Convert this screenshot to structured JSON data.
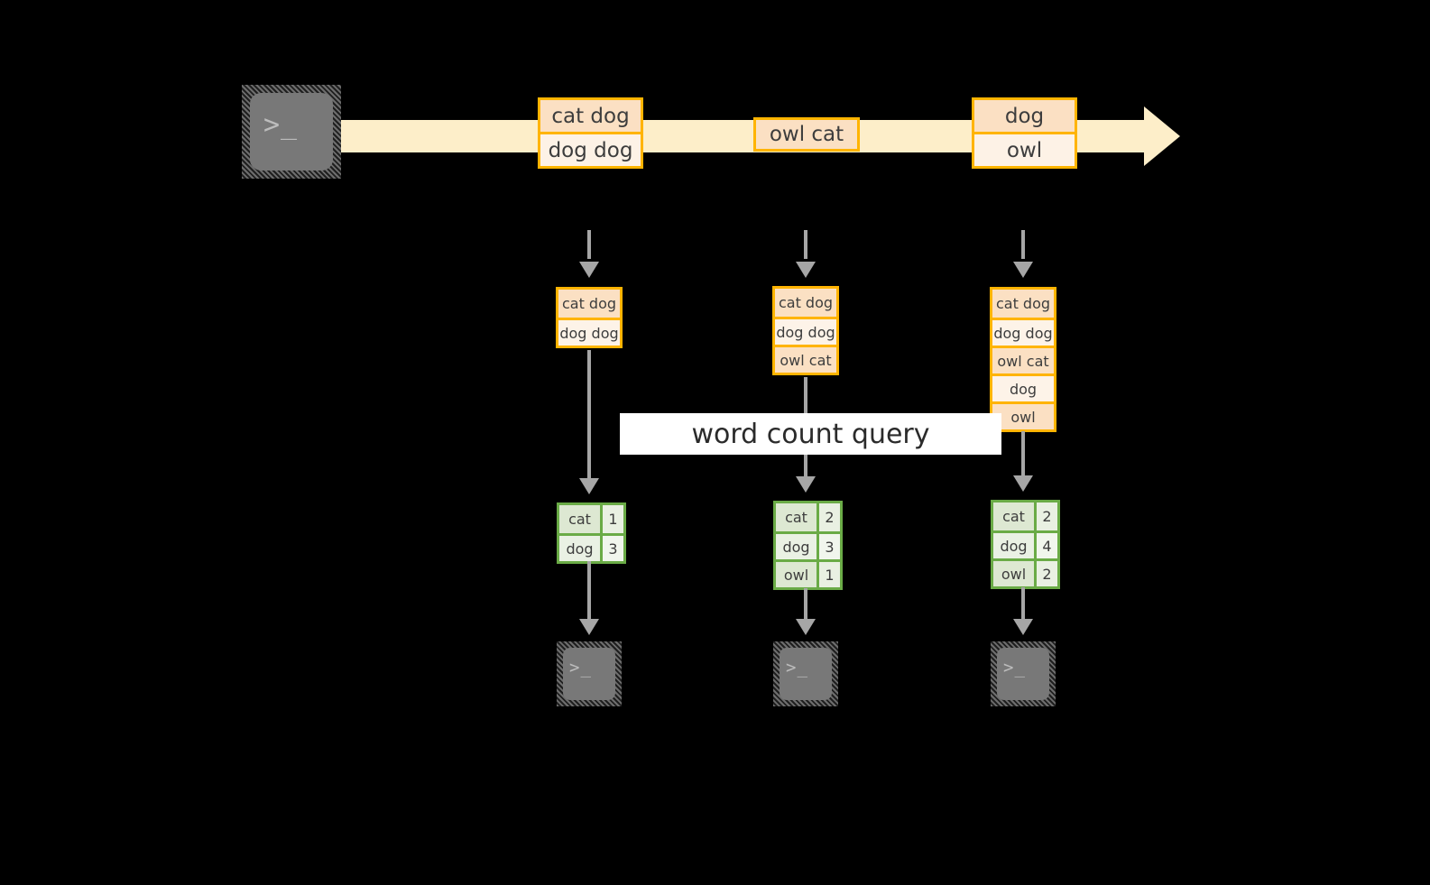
{
  "diagram": {
    "title": "word count query",
    "colors": {
      "background": "#000000",
      "stream_band": "#fdeec9",
      "event_border": "#ffb400",
      "event_fill_dark": "#fbe0c3",
      "event_fill_light": "#fdf2e6",
      "table_border": "#6aab46",
      "table_fill_key": "#dde8d2",
      "table_fill_value": "#e9f0e2",
      "connector": "#a6a6a6",
      "terminal_body": "#787878",
      "label_background": "#ffffff"
    }
  },
  "source": {
    "icon": "terminal-icon",
    "glyph": ">_"
  },
  "stream": {
    "arrow": "right-arrow",
    "events": [
      {
        "group": 1,
        "lines": [
          "cat dog",
          "dog dog"
        ]
      },
      {
        "group": 2,
        "lines": [
          "owl cat"
        ]
      },
      {
        "group": 3,
        "lines": [
          "dog",
          "owl"
        ]
      }
    ]
  },
  "query_label": "word count query",
  "snapshots": [
    {
      "id": 1,
      "rows": [
        "cat dog",
        "dog dog"
      ],
      "results": {
        "rows": [
          {
            "word": "cat",
            "count": "1"
          },
          {
            "word": "dog",
            "count": "3"
          }
        ]
      },
      "sink": {
        "icon": "terminal-icon",
        "glyph": ">_"
      }
    },
    {
      "id": 2,
      "rows": [
        "cat dog",
        "dog dog",
        "owl cat"
      ],
      "results": {
        "rows": [
          {
            "word": "cat",
            "count": "2"
          },
          {
            "word": "dog",
            "count": "3"
          },
          {
            "word": "owl",
            "count": "1"
          }
        ]
      },
      "sink": {
        "icon": "terminal-icon",
        "glyph": ">_"
      }
    },
    {
      "id": 3,
      "rows": [
        "cat dog",
        "dog dog",
        "owl cat",
        "dog",
        "owl"
      ],
      "results": {
        "rows": [
          {
            "word": "cat",
            "count": "2"
          },
          {
            "word": "dog",
            "count": "4"
          },
          {
            "word": "owl",
            "count": "2"
          }
        ]
      },
      "sink": {
        "icon": "terminal-icon",
        "glyph": ">_"
      }
    }
  ]
}
